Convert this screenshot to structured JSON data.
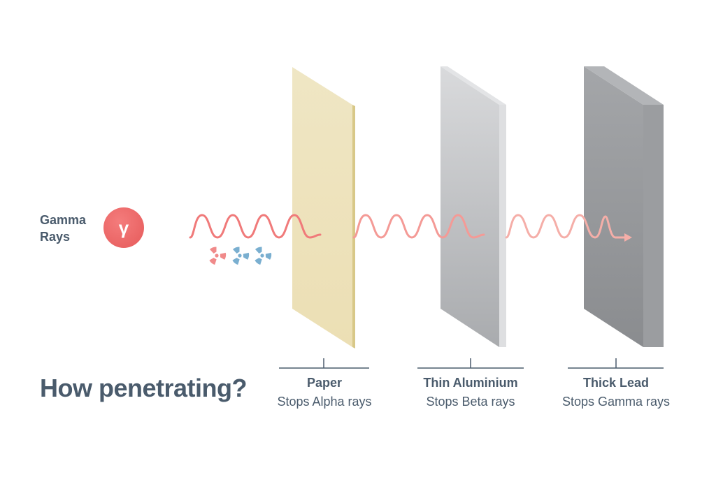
{
  "source": {
    "label": "Gamma Rays",
    "symbol": "γ"
  },
  "question": "How penetrating?",
  "barriers": [
    {
      "name": "Paper",
      "effect": "Stops Alpha rays"
    },
    {
      "name": "Thin Aluminium",
      "effect": "Stops Beta rays"
    },
    {
      "name": "Thick Lead",
      "effect": "Stops Gamma rays"
    }
  ],
  "colors": {
    "text": "#4a5b6c",
    "wave": "#f08a8a",
    "alpha_symbol": "#f08a8a",
    "beta_symbol": "#7aafd0",
    "paper": "#efe4bf",
    "aluminium": "#c7c9cc",
    "lead": "#8f9194"
  },
  "icons": [
    "radiation-icon-alpha",
    "radiation-icon-beta",
    "radiation-icon-gamma"
  ]
}
